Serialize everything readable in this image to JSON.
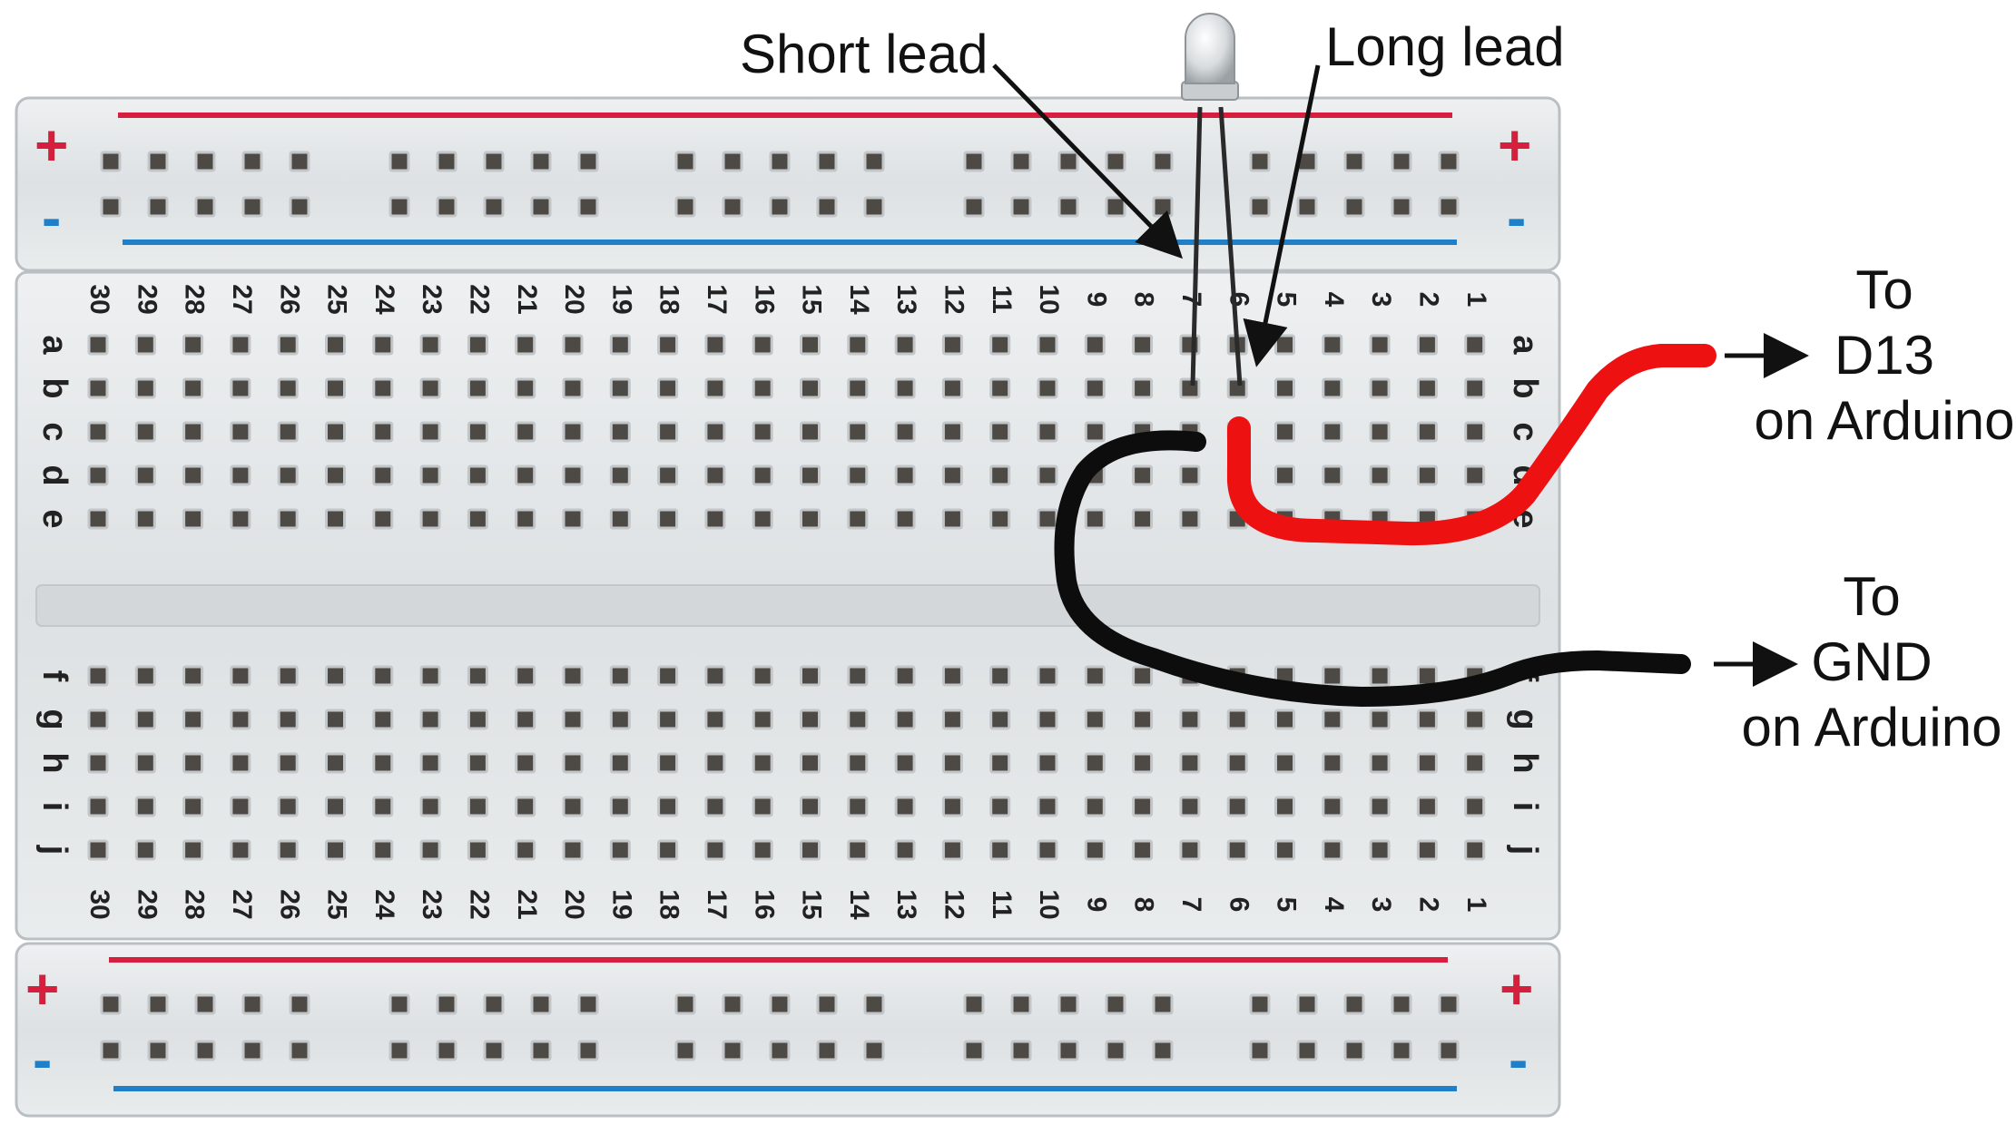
{
  "callouts": {
    "short_lead": "Short lead",
    "long_lead": "Long lead",
    "d13": [
      "To",
      "D13",
      "on Arduino"
    ],
    "gnd": [
      "To",
      "GND",
      "on Arduino"
    ]
  },
  "breadboard": {
    "columns": [
      "30",
      "29",
      "28",
      "27",
      "26",
      "25",
      "24",
      "23",
      "22",
      "21",
      "20",
      "19",
      "18",
      "17",
      "16",
      "15",
      "14",
      "13",
      "12",
      "11",
      "10",
      "9",
      "8",
      "7",
      "6",
      "5",
      "4",
      "3",
      "2",
      "1"
    ],
    "rows_top": [
      "a",
      "b",
      "c",
      "d",
      "e"
    ],
    "rows_bottom": [
      "f",
      "g",
      "h",
      "i",
      "j"
    ],
    "rail_plus": "+",
    "rail_minus": "-"
  },
  "colors": {
    "plus_rail": "#d61f3c",
    "minus_rail": "#1f7fc8",
    "wire_d13": "#ee1111",
    "wire_gnd": "#0d0d0d",
    "board": "#e6e9ea"
  },
  "led": {
    "short_lead_column": "7",
    "long_lead_column": "6",
    "row": "b"
  }
}
